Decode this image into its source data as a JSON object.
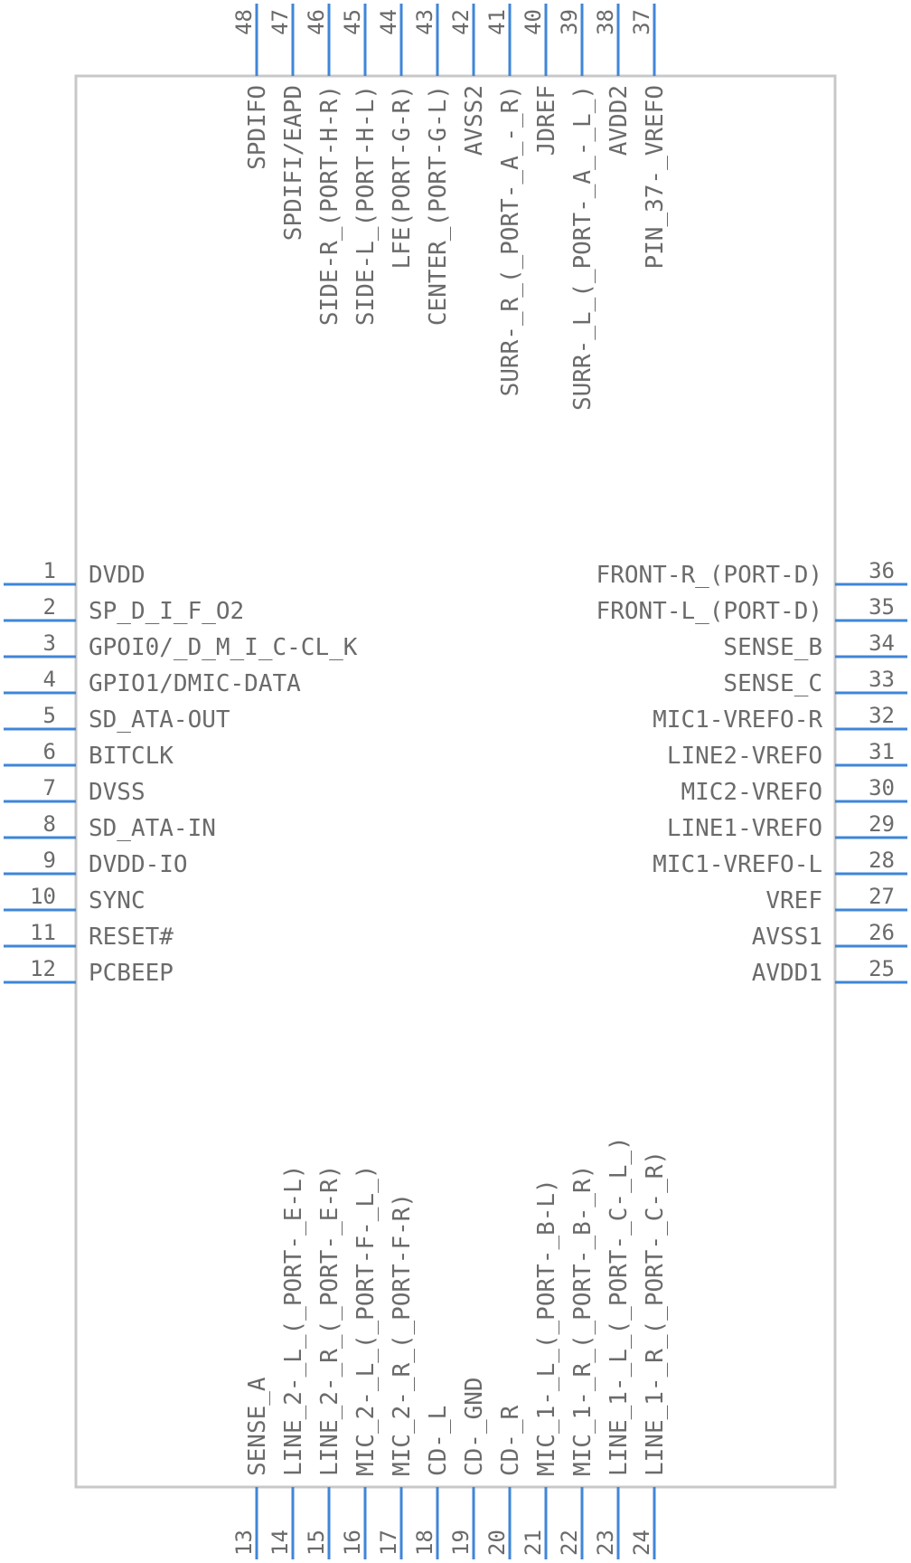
{
  "left_pins": [
    {
      "num": "1",
      "name": "DVDD"
    },
    {
      "num": "2",
      "name": "SP_D_I_F_O2"
    },
    {
      "num": "3",
      "name": "GPOI0/_D_M_I_C-CL_K"
    },
    {
      "num": "4",
      "name": "GPIO1/DMIC-DATA"
    },
    {
      "num": "5",
      "name": "SD_ATA-OUT"
    },
    {
      "num": "6",
      "name": "BITCLK"
    },
    {
      "num": "7",
      "name": "DVSS"
    },
    {
      "num": "8",
      "name": "SD_ATA-IN"
    },
    {
      "num": "9",
      "name": "DVDD-IO"
    },
    {
      "num": "10",
      "name": "SYNC"
    },
    {
      "num": "11",
      "name": "RESET#"
    },
    {
      "num": "12",
      "name": "PCBEEP"
    }
  ],
  "right_pins": [
    {
      "num": "36",
      "name": "FRONT-R_(PORT-D)"
    },
    {
      "num": "35",
      "name": "FRONT-L_(PORT-D)"
    },
    {
      "num": "34",
      "name": "SENSE_B"
    },
    {
      "num": "33",
      "name": "SENSE_C"
    },
    {
      "num": "32",
      "name": "MIC1-VREFO-R"
    },
    {
      "num": "31",
      "name": "LINE2-VREFO"
    },
    {
      "num": "30",
      "name": "MIC2-VREFO"
    },
    {
      "num": "29",
      "name": "LINE1-VREFO"
    },
    {
      "num": "28",
      "name": "MIC1-VREFO-L"
    },
    {
      "num": "27",
      "name": "VREF"
    },
    {
      "num": "26",
      "name": "AVSS1"
    },
    {
      "num": "25",
      "name": "AVDD1"
    }
  ],
  "top_pins": [
    {
      "num": "48",
      "name": "SPDIFO"
    },
    {
      "num": "47",
      "name": "SPDIFI/EAPD"
    },
    {
      "num": "46",
      "name": "SIDE-R_(PORT-H-R)"
    },
    {
      "num": "45",
      "name": "SIDE-L_(PORT-H-L)"
    },
    {
      "num": "44",
      "name": "LFE(PORT-G-R)"
    },
    {
      "num": "43",
      "name": "CENTER_(PORT-G-L)"
    },
    {
      "num": "42",
      "name": "AVSS2"
    },
    {
      "num": "41",
      "name": "SURR-_R_(_PORT-_A_-_R)"
    },
    {
      "num": "40",
      "name": "JDREF"
    },
    {
      "num": "39",
      "name": "SURR-_L_(_PORT-_A_-_L_)"
    },
    {
      "num": "38",
      "name": "AVDD2"
    },
    {
      "num": "37",
      "name": "PIN_37-_VREFO"
    }
  ],
  "bottom_pins": [
    {
      "num": "13",
      "name": "SENSE_A"
    },
    {
      "num": "14",
      "name": "LINE_2-_L_(_PORT-_E-L)"
    },
    {
      "num": "15",
      "name": "LINE_2-_R_(_PORT-_E-R)"
    },
    {
      "num": "16",
      "name": "MIC_2-_L_(_PORT-F-_L_)"
    },
    {
      "num": "17",
      "name": "MIC_2-_R_(_PORT-F-R)"
    },
    {
      "num": "18",
      "name": "CD-_L"
    },
    {
      "num": "19",
      "name": "CD-_GND"
    },
    {
      "num": "20",
      "name": "CD-_R"
    },
    {
      "num": "21",
      "name": "MIC_1-_L_(_PORT-_B-L)"
    },
    {
      "num": "22",
      "name": "MIC_1-_R_(_PORT-_B-_R)"
    },
    {
      "num": "23",
      "name": "LINE_1-_L_(_PORT-_C-_L_)"
    },
    {
      "num": "24",
      "name": "LINE_1-_R_(_PORT-_C-_R)"
    }
  ]
}
